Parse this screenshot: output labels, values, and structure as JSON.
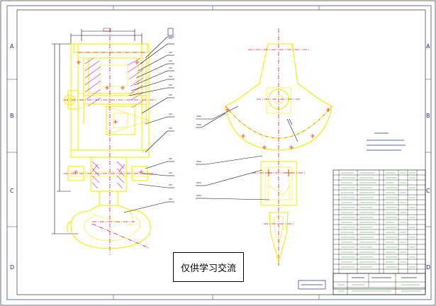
{
  "sheet": {
    "zones_left": [
      "A",
      "B",
      "C",
      "D"
    ],
    "zones_right": [
      "A",
      "B",
      "C",
      "D"
    ]
  },
  "notice": {
    "text": "仅供学习交流"
  },
  "colors": {
    "outline": "#f2ee00",
    "centerline": "#e8202a",
    "hatch": "#e030e0",
    "leader": "#101010",
    "frame": "#2030a0"
  }
}
